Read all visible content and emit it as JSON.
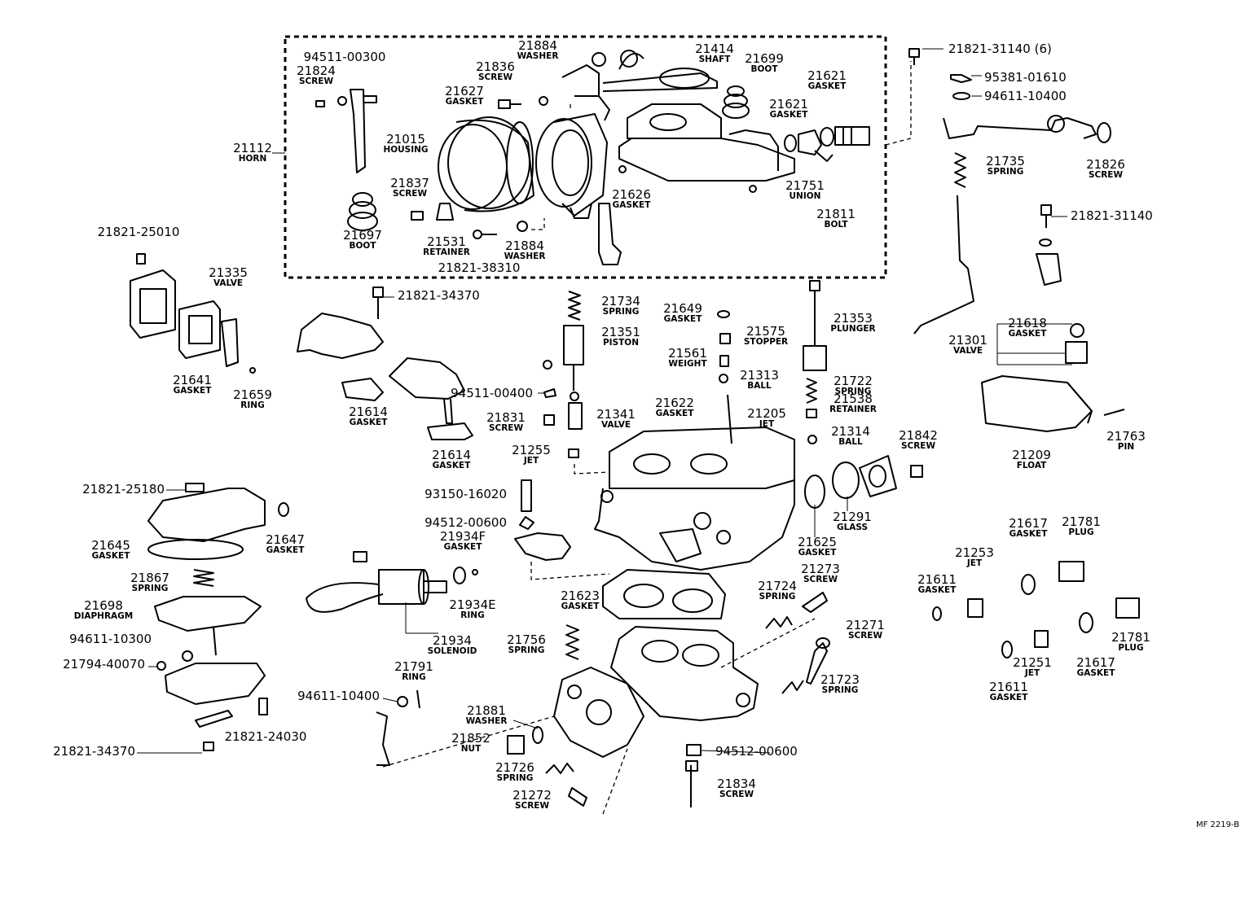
{
  "footer_code": "MF 2219-B",
  "labels": [
    {
      "id": "21112",
      "num": "21112",
      "name": "HORN"
    },
    {
      "id": "94511-00300",
      "num": "94511-00300",
      "name": ""
    },
    {
      "id": "21824",
      "num": "21824",
      "name": "SCREW"
    },
    {
      "id": "21884a",
      "num": "21884",
      "name": "WASHER"
    },
    {
      "id": "21836",
      "num": "21836",
      "name": "SCREW"
    },
    {
      "id": "21627",
      "num": "21627",
      "name": "GASKET"
    },
    {
      "id": "21015",
      "num": "21015",
      "name": "HOUSING"
    },
    {
      "id": "21414",
      "num": "21414",
      "name": "SHAFT"
    },
    {
      "id": "21699",
      "num": "21699",
      "name": "BOOT"
    },
    {
      "id": "21621a",
      "num": "21621",
      "name": "GASKET"
    },
    {
      "id": "21621b",
      "num": "21621",
      "name": "GASKET"
    },
    {
      "id": "21837",
      "num": "21837",
      "name": "SCREW"
    },
    {
      "id": "21697",
      "num": "21697",
      "name": "BOOT"
    },
    {
      "id": "21531",
      "num": "21531",
      "name": "RETAINER"
    },
    {
      "id": "21884b",
      "num": "21884",
      "name": "WASHER"
    },
    {
      "id": "21821-38310",
      "num": "21821-38310",
      "name": ""
    },
    {
      "id": "21626",
      "num": "21626",
      "name": "GASKET"
    },
    {
      "id": "21751",
      "num": "21751",
      "name": "UNION"
    },
    {
      "id": "21811",
      "num": "21811",
      "name": "BOLT"
    },
    {
      "id": "21821-31140-6",
      "num": "21821-31140 (6)",
      "name": ""
    },
    {
      "id": "95381-01610",
      "num": "95381-01610",
      "name": ""
    },
    {
      "id": "94611-10400a",
      "num": "94611-10400",
      "name": ""
    },
    {
      "id": "21735",
      "num": "21735",
      "name": "SPRING"
    },
    {
      "id": "21826",
      "num": "21826",
      "name": "SCREW"
    },
    {
      "id": "21821-31140",
      "num": "21821-31140",
      "name": ""
    },
    {
      "id": "21821-25010",
      "num": "21821-25010",
      "name": ""
    },
    {
      "id": "21335",
      "num": "21335",
      "name": "VALVE"
    },
    {
      "id": "21641",
      "num": "21641",
      "name": "GASKET"
    },
    {
      "id": "21659",
      "num": "21659",
      "name": "RING"
    },
    {
      "id": "21821-34370a",
      "num": "21821-34370",
      "name": ""
    },
    {
      "id": "21614a",
      "num": "21614",
      "name": "GASKET"
    },
    {
      "id": "21614b",
      "num": "21614",
      "name": "GASKET"
    },
    {
      "id": "21734",
      "num": "21734",
      "name": "SPRING"
    },
    {
      "id": "21351",
      "num": "21351",
      "name": "PISTON"
    },
    {
      "id": "21649",
      "num": "21649",
      "name": "GASKET"
    },
    {
      "id": "21575",
      "num": "21575",
      "name": "STOPPER"
    },
    {
      "id": "21561",
      "num": "21561",
      "name": "WEIGHT"
    },
    {
      "id": "21313",
      "num": "21313",
      "name": "BALL"
    },
    {
      "id": "21353",
      "num": "21353",
      "name": "PLUNGER"
    },
    {
      "id": "21618",
      "num": "21618",
      "name": "GASKET"
    },
    {
      "id": "21301",
      "num": "21301",
      "name": "VALVE"
    },
    {
      "id": "94511-00400",
      "num": "94511-00400",
      "name": ""
    },
    {
      "id": "21831",
      "num": "21831",
      "name": "SCREW"
    },
    {
      "id": "21341",
      "num": "21341",
      "name": "VALVE"
    },
    {
      "id": "21722",
      "num": "21722",
      "name": "SPRING"
    },
    {
      "id": "21538",
      "num": "21538",
      "name": "RETAINER"
    },
    {
      "id": "21622",
      "num": "21622",
      "name": "GASKET"
    },
    {
      "id": "21205",
      "num": "21205",
      "name": "JET"
    },
    {
      "id": "21314",
      "num": "21314",
      "name": "BALL"
    },
    {
      "id": "21255",
      "num": "21255",
      "name": "JET"
    },
    {
      "id": "21842",
      "num": "21842",
      "name": "SCREW"
    },
    {
      "id": "21209",
      "num": "21209",
      "name": "FLOAT"
    },
    {
      "id": "21763",
      "num": "21763",
      "name": "PIN"
    },
    {
      "id": "21821-25180",
      "num": "21821-25180",
      "name": ""
    },
    {
      "id": "93150-16020",
      "num": "93150-16020",
      "name": ""
    },
    {
      "id": "94512-00600a",
      "num": "94512-00600",
      "name": ""
    },
    {
      "id": "21645",
      "num": "21645",
      "name": "GASKET"
    },
    {
      "id": "21647",
      "num": "21647",
      "name": "GASKET"
    },
    {
      "id": "21934F",
      "num": "21934F",
      "name": "GASKET"
    },
    {
      "id": "21291",
      "num": "21291",
      "name": "GLASS"
    },
    {
      "id": "21625",
      "num": "21625",
      "name": "GASKET"
    },
    {
      "id": "21617a",
      "num": "21617",
      "name": "GASKET"
    },
    {
      "id": "21781a",
      "num": "21781",
      "name": "PLUG"
    },
    {
      "id": "21253",
      "num": "21253",
      "name": "JET"
    },
    {
      "id": "21611a",
      "num": "21611",
      "name": "GASKET"
    },
    {
      "id": "21867",
      "num": "21867",
      "name": "SPRING"
    },
    {
      "id": "21273",
      "num": "21273",
      "name": "SCREW"
    },
    {
      "id": "21698",
      "num": "21698",
      "name": "DIAPHRAGM"
    },
    {
      "id": "21623",
      "num": "21623",
      "name": "GASKET"
    },
    {
      "id": "21724",
      "num": "21724",
      "name": "SPRING"
    },
    {
      "id": "21934E",
      "num": "21934E",
      "name": "RING"
    },
    {
      "id": "21271",
      "num": "21271",
      "name": "SCREW"
    },
    {
      "id": "21756",
      "num": "21756",
      "name": "SPRING"
    },
    {
      "id": "94611-10300",
      "num": "94611-10300",
      "name": ""
    },
    {
      "id": "21934",
      "num": "21934",
      "name": "SOLENOID"
    },
    {
      "id": "21781b",
      "num": "21781",
      "name": "PLUG"
    },
    {
      "id": "21794-40070",
      "num": "21794-40070",
      "name": ""
    },
    {
      "id": "21791",
      "num": "21791",
      "name": "RING"
    },
    {
      "id": "21251",
      "num": "21251",
      "name": "JET"
    },
    {
      "id": "21617b",
      "num": "21617",
      "name": "GASKET"
    },
    {
      "id": "21723",
      "num": "21723",
      "name": "SPRING"
    },
    {
      "id": "94611-10400b",
      "num": "94611-10400",
      "name": ""
    },
    {
      "id": "21611b",
      "num": "21611",
      "name": "GASKET"
    },
    {
      "id": "21881",
      "num": "21881",
      "name": "WASHER"
    },
    {
      "id": "21821-24030",
      "num": "21821-24030",
      "name": ""
    },
    {
      "id": "21852",
      "num": "21852",
      "name": "NUT"
    },
    {
      "id": "21821-34370b",
      "num": "21821-34370",
      "name": ""
    },
    {
      "id": "94512-00600b",
      "num": "94512-00600",
      "name": ""
    },
    {
      "id": "21726",
      "num": "21726",
      "name": "SPRING"
    },
    {
      "id": "21834",
      "num": "21834",
      "name": "SCREW"
    },
    {
      "id": "21272",
      "num": "21272",
      "name": "SCREW"
    }
  ]
}
